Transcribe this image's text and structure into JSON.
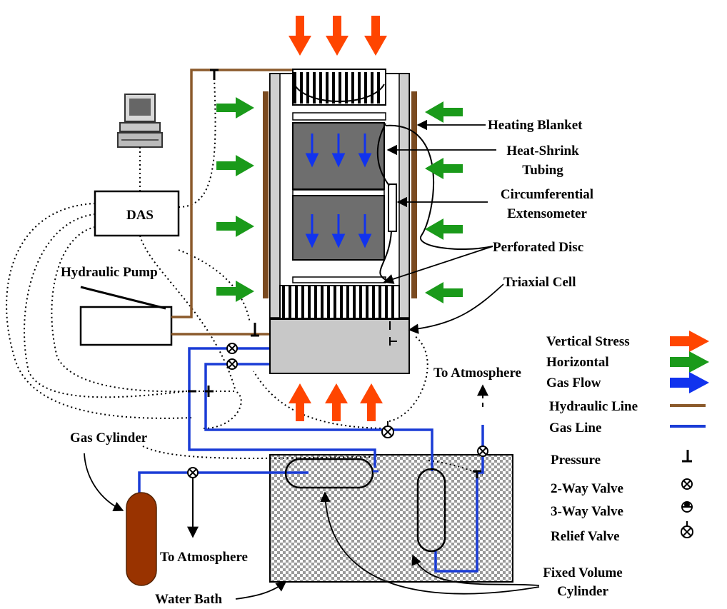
{
  "labels": {
    "das": "DAS",
    "hydraulic_pump": "Hydraulic Pump",
    "heating_blanket": "Heating Blanket",
    "heat_shrink_1": "Heat-Shrink",
    "heat_shrink_2": "Tubing",
    "circumferential_1": "Circumferential",
    "circumferential_2": "Extensometer",
    "perforated_disc": "Perforated Disc",
    "triaxial_cell": "Triaxial Cell",
    "to_atmosphere_right": "To Atmosphere",
    "gas_cylinder": "Gas Cylinder",
    "to_atmosphere_left": "To Atmosphere",
    "water_bath": "Water Bath",
    "fixed_volume_1": "Fixed Volume",
    "fixed_volume_2": "Cylinder"
  },
  "legend": [
    {
      "label": "Vertical Stress",
      "symbol": "arrow",
      "color": "#ff4500"
    },
    {
      "label": "Horizontal",
      "symbol": "arrow",
      "color": "#1a9a1a"
    },
    {
      "label": "Gas Flow",
      "symbol": "arrow",
      "color": "#1133ee"
    },
    {
      "label": "Hydraulic Line",
      "symbol": "line",
      "color": "#8b5a2b"
    },
    {
      "label": "Gas Line",
      "symbol": "line",
      "color": "#1a3cd6"
    },
    {
      "label": "Pressure",
      "symbol": "pressure-icon"
    },
    {
      "label": "2-Way Valve",
      "symbol": "two-way-valve-icon"
    },
    {
      "label": "3-Way Valve",
      "symbol": "three-way-valve-icon"
    },
    {
      "label": "Relief Valve",
      "symbol": "relief-valve-icon"
    }
  ],
  "colors": {
    "vertical_stress": "#ff4500",
    "horizontal_stress": "#1a9a1a",
    "gas_flow": "#1133ee",
    "hydraulic_line": "#8b5a2b",
    "gas_line": "#1a3cd6",
    "heating_blanket": "#7a4a20",
    "gas_cylinder": "#993300",
    "sample": "#6e6e6e",
    "cell_base": "#c8c8c8"
  }
}
